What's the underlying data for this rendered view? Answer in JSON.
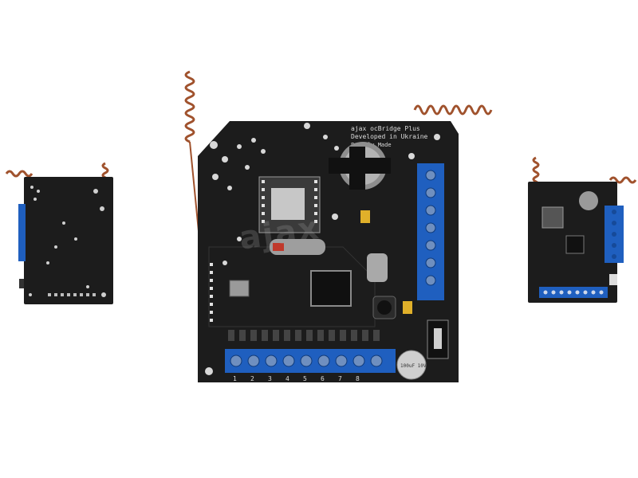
{
  "colors": {
    "pcb": "#1c1c1c",
    "pcb_light": "#2a2a2a",
    "terminal": "#1f5fbf",
    "terminal_dark": "#164a99",
    "antenna": "#a0522d",
    "silkscreen": "#dcdcdc"
  },
  "board": {
    "silk_line1": "ajax ocBridge Plus",
    "silk_line2": "Developed in Ukraine",
    "silk_line3": "Proudly Made",
    "terminal_labels": [
      "1",
      "2",
      "3",
      "4",
      "5",
      "6",
      "7",
      "8"
    ],
    "capacitor_label": "100uF 10V"
  },
  "watermark": "ajax"
}
